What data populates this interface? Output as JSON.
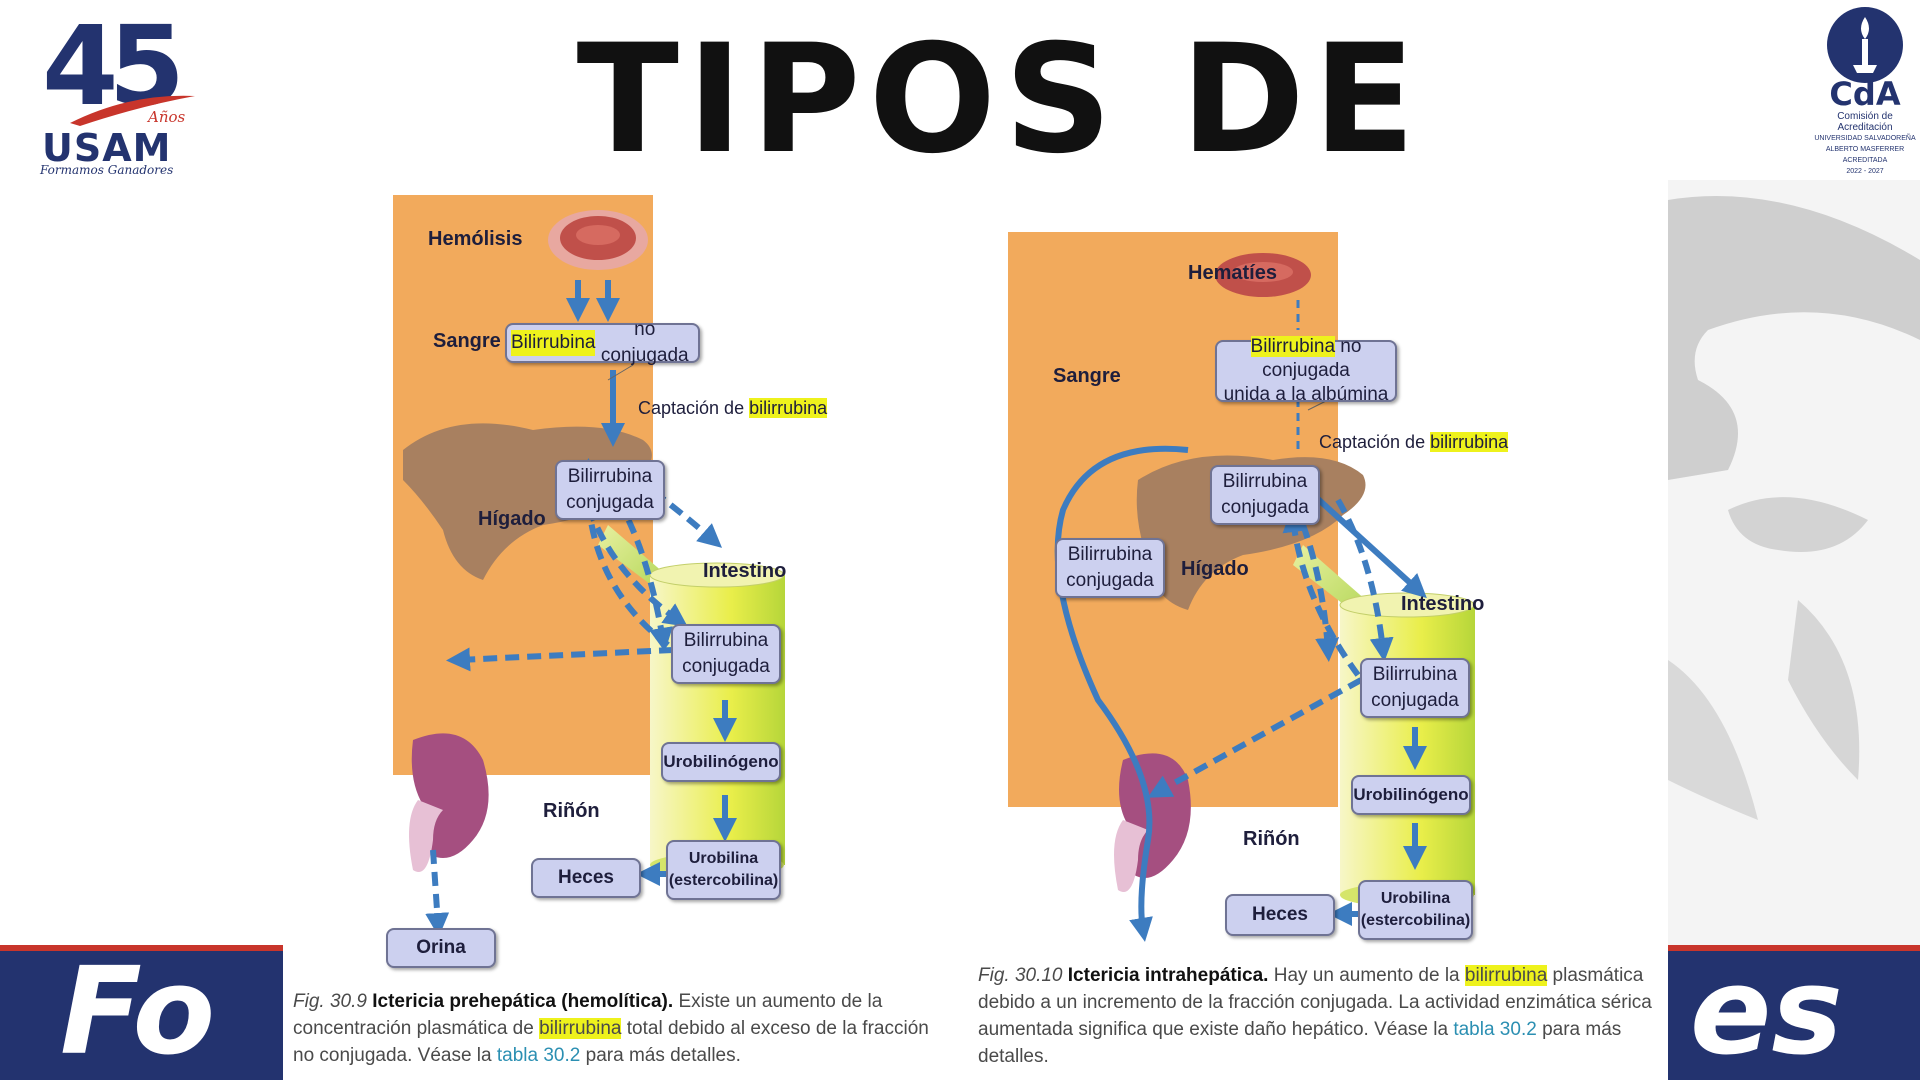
{
  "title": "TIPOS DE ICTERICIA",
  "logo_left": {
    "number": "45",
    "years": "Años",
    "name": "USAM",
    "slogan": "Formamos Ganadores"
  },
  "logo_right": {
    "acronym": "CdA",
    "lines": [
      "Comisión de",
      "Acreditación",
      "UNIVERSIDAD SALVADOREÑA",
      "ALBERTO MASFERRER",
      "ACREDITADA",
      "2022 - 2027"
    ]
  },
  "footer_band": {
    "left_text": "Fo",
    "right_text": "es"
  },
  "highlight_color": "#eef21c",
  "arrow_color": "#3d7cc0",
  "figure_left": {
    "labels": {
      "hemolysis": "Hemólisis",
      "blood": "Sangre",
      "liver": "Hígado",
      "intestine": "Intestino",
      "kidney": "Riñón",
      "capture_pre": "Captación de",
      "capture_word": "bilirrubina"
    },
    "nodes": {
      "blood_pre": "Bilirrubina",
      "blood_post": " no conjugada",
      "liver_conj": [
        "Bilirrubina",
        "conjugada"
      ],
      "intestine_conj": [
        "Bilirrubina",
        "conjugada"
      ],
      "urobilinogen": "Urobilinógeno",
      "urobilin": [
        "Urobilina",
        "(estercobilina)"
      ],
      "feces": "Heces",
      "urine": "Orina"
    },
    "caption": {
      "fig": "Fig. 30.9",
      "title": "Ictericia prehepática (hemolítica).",
      "t1": " Existe un aumento de la concentración plasmática de ",
      "hl": "bilirrubina",
      "t2": " total debido al exceso de la fracción no conjugada. Véase la ",
      "table": "tabla 30.2",
      "t3": " para más detalles."
    }
  },
  "figure_right": {
    "labels": {
      "erythrocytes": "Hematíes",
      "blood": "Sangre",
      "liver": "Hígado",
      "intestine": "Intestino",
      "kidney": "Riñón",
      "capture_pre": "Captación de",
      "capture_word": "bilirrubina"
    },
    "nodes": {
      "blood_pre": "Bilirrubina",
      "blood_post": " no conjugada",
      "blood_line2": "unida a la albúmina",
      "liver_conj": [
        "Bilirrubina",
        "conjugada"
      ],
      "blood_conj": [
        "Bilirrubina",
        "conjugada"
      ],
      "intestine_conj": [
        "Bilirrubina",
        "conjugada"
      ],
      "urobilinogen": "Urobilinógeno",
      "urobilin": [
        "Urobilina",
        "(estercobilina)"
      ],
      "feces": "Heces"
    },
    "caption": {
      "fig": "Fig. 30.10",
      "title": "Ictericia intrahepática.",
      "t1": " Hay un aumento de la ",
      "hl": "bilirrubina",
      "t2": " plasmática debido a un incremento de la fracción conjugada. La actividad enzimática sérica aumentada significa que existe daño hepático. Véase la ",
      "table": "tabla 30.2",
      "t3": " para más detalles."
    }
  }
}
